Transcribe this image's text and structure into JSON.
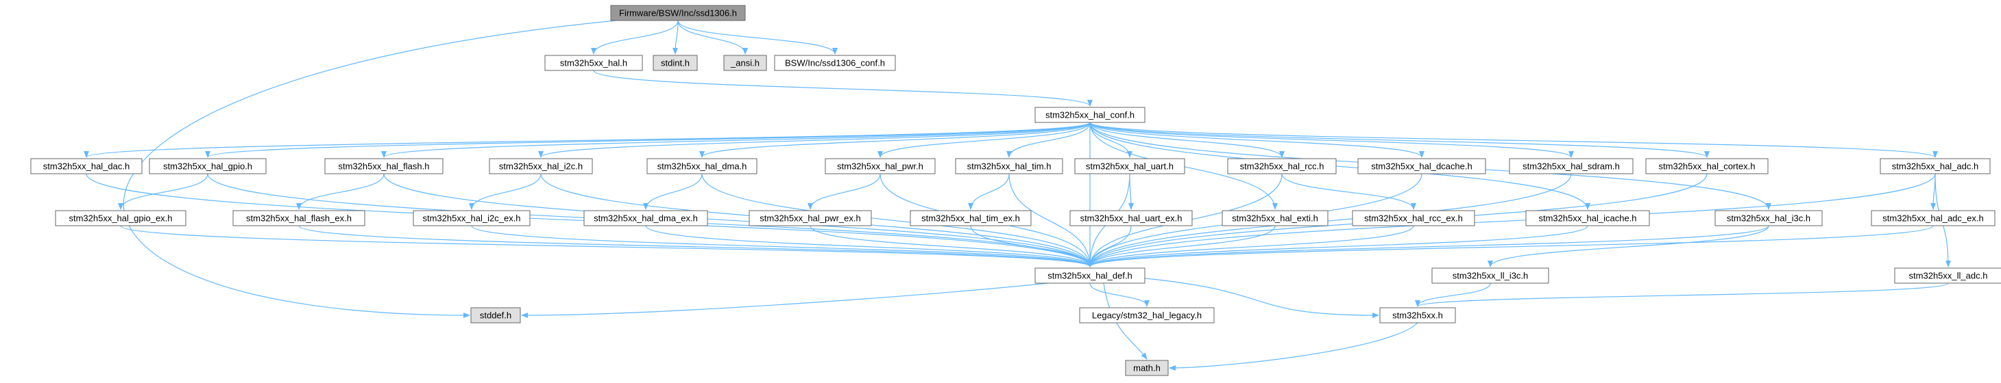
{
  "colors": {
    "edge": "#63b8ff",
    "node_fill": "#ffffff",
    "node_fill_root": "#999999",
    "node_fill_external": "#e0e0e0",
    "node_border": "#666666"
  },
  "graph": {
    "nodes": [
      {
        "id": "root",
        "label": "Firmware/BSW/Inc/ssd1306.h",
        "style": "root"
      },
      {
        "id": "hal",
        "label": "stm32h5xx_hal.h",
        "style": "file"
      },
      {
        "id": "stdint",
        "label": "stdint.h",
        "style": "external"
      },
      {
        "id": "ansi",
        "label": "_ansi.h",
        "style": "external"
      },
      {
        "id": "conf",
        "label": "BSW/Inc/ssd1306_conf.h",
        "style": "file"
      },
      {
        "id": "cont",
        "label": "stm32h5xx_hal_conf.h",
        "style": "file"
      },
      {
        "id": "dac",
        "label": "stm32h5xx_hal_dac.h",
        "style": "file"
      },
      {
        "id": "gpio",
        "label": "stm32h5xx_hal_gpio.h",
        "style": "file"
      },
      {
        "id": "flash",
        "label": "stm32h5xx_hal_flash.h",
        "style": "file"
      },
      {
        "id": "i2c",
        "label": "stm32h5xx_hal_i2c.h",
        "style": "file"
      },
      {
        "id": "dma",
        "label": "stm32h5xx_hal_dma.h",
        "style": "file"
      },
      {
        "id": "pwr",
        "label": "stm32h5xx_hal_pwr.h",
        "style": "file"
      },
      {
        "id": "tim",
        "label": "stm32h5xx_hal_tim.h",
        "style": "file"
      },
      {
        "id": "uart",
        "label": "stm32h5xx_hal_uart.h",
        "style": "file"
      },
      {
        "id": "rcc",
        "label": "stm32h5xx_hal_rcc.h",
        "style": "file"
      },
      {
        "id": "dcache",
        "label": "stm32h5xx_hal_dcache.h",
        "style": "file"
      },
      {
        "id": "sdram",
        "label": "stm32h5xx_hal_sdram.h",
        "style": "file"
      },
      {
        "id": "cortex",
        "label": "stm32h5xx_hal_cortex.h",
        "style": "file"
      },
      {
        "id": "adc",
        "label": "stm32h5xx_hal_adc.h",
        "style": "file"
      },
      {
        "id": "gpio_ex",
        "label": "stm32h5xx_hal_gpio_ex.h",
        "style": "file"
      },
      {
        "id": "flash_ex",
        "label": "stm32h5xx_hal_flash_ex.h",
        "style": "file"
      },
      {
        "id": "i2c_ex",
        "label": "stm32h5xx_hal_i2c_ex.h",
        "style": "file"
      },
      {
        "id": "dma_ex",
        "label": "stm32h5xx_hal_dma_ex.h",
        "style": "file"
      },
      {
        "id": "pwr_ex",
        "label": "stm32h5xx_hal_pwr_ex.h",
        "style": "file"
      },
      {
        "id": "tim_ex",
        "label": "stm32h5xx_hal_tim_ex.h",
        "style": "file"
      },
      {
        "id": "uart_ex",
        "label": "stm32h5xx_hal_uart_ex.h",
        "style": "file"
      },
      {
        "id": "exti",
        "label": "stm32h5xx_hal_exti.h",
        "style": "file"
      },
      {
        "id": "rcc_ex",
        "label": "stm32h5xx_hal_rcc_ex.h",
        "style": "file"
      },
      {
        "id": "icache",
        "label": "stm32h5xx_hal_icache.h",
        "style": "file"
      },
      {
        "id": "i3c",
        "label": "stm32h5xx_hal_i3c.h",
        "style": "file"
      },
      {
        "id": "adc_ex",
        "label": "stm32h5xx_hal_adc_ex.h",
        "style": "file"
      },
      {
        "id": "def",
        "label": "stm32h5xx_hal_def.h",
        "style": "file"
      },
      {
        "id": "ll_i3c",
        "label": "stm32h5xx_ll_i3c.h",
        "style": "file"
      },
      {
        "id": "ll_adc",
        "label": "stm32h5xx_ll_adc.h",
        "style": "file"
      },
      {
        "id": "stddef",
        "label": "stddef.h",
        "style": "external"
      },
      {
        "id": "legacy",
        "label": "Legacy/stm32_hal_legacy.h",
        "style": "file"
      },
      {
        "id": "h5xx",
        "label": "stm32h5xx.h",
        "style": "file"
      },
      {
        "id": "math",
        "label": "math.h",
        "style": "external"
      }
    ],
    "edges": [
      [
        "root",
        "hal"
      ],
      [
        "root",
        "stdint"
      ],
      [
        "root",
        "ansi"
      ],
      [
        "root",
        "conf"
      ],
      [
        "root",
        "stddef"
      ],
      [
        "hal",
        "cont"
      ],
      [
        "cont",
        "dac"
      ],
      [
        "cont",
        "gpio"
      ],
      [
        "cont",
        "flash"
      ],
      [
        "cont",
        "i2c"
      ],
      [
        "cont",
        "dma"
      ],
      [
        "cont",
        "pwr"
      ],
      [
        "cont",
        "tim"
      ],
      [
        "cont",
        "uart"
      ],
      [
        "cont",
        "rcc"
      ],
      [
        "cont",
        "dcache"
      ],
      [
        "cont",
        "sdram"
      ],
      [
        "cont",
        "cortex"
      ],
      [
        "cont",
        "adc"
      ],
      [
        "cont",
        "exti"
      ],
      [
        "cont",
        "icache"
      ],
      [
        "cont",
        "i3c"
      ],
      [
        "cont",
        "def"
      ],
      [
        "dac",
        "def"
      ],
      [
        "gpio",
        "gpio_ex"
      ],
      [
        "gpio",
        "def"
      ],
      [
        "gpio_ex",
        "def"
      ],
      [
        "flash",
        "flash_ex"
      ],
      [
        "flash",
        "def"
      ],
      [
        "flash_ex",
        "def"
      ],
      [
        "i2c",
        "i2c_ex"
      ],
      [
        "i2c",
        "def"
      ],
      [
        "i2c_ex",
        "def"
      ],
      [
        "dma",
        "dma_ex"
      ],
      [
        "dma",
        "def"
      ],
      [
        "dma_ex",
        "def"
      ],
      [
        "pwr",
        "pwr_ex"
      ],
      [
        "pwr",
        "def"
      ],
      [
        "pwr_ex",
        "def"
      ],
      [
        "tim",
        "tim_ex"
      ],
      [
        "tim",
        "def"
      ],
      [
        "tim_ex",
        "def"
      ],
      [
        "uart",
        "uart_ex"
      ],
      [
        "uart",
        "def"
      ],
      [
        "uart_ex",
        "def"
      ],
      [
        "rcc",
        "rcc_ex"
      ],
      [
        "rcc",
        "def"
      ],
      [
        "rcc_ex",
        "def"
      ],
      [
        "exti",
        "def"
      ],
      [
        "icache",
        "def"
      ],
      [
        "dcache",
        "def"
      ],
      [
        "sdram",
        "def"
      ],
      [
        "cortex",
        "def"
      ],
      [
        "i3c",
        "def"
      ],
      [
        "i3c",
        "ll_i3c"
      ],
      [
        "adc",
        "adc_ex"
      ],
      [
        "adc",
        "ll_adc"
      ],
      [
        "adc",
        "def"
      ],
      [
        "adc_ex",
        "def"
      ],
      [
        "def",
        "stddef"
      ],
      [
        "def",
        "legacy"
      ],
      [
        "def",
        "h5xx"
      ],
      [
        "def",
        "math"
      ],
      [
        "ll_i3c",
        "h5xx"
      ],
      [
        "ll_adc",
        "h5xx"
      ],
      [
        "h5xx",
        "math"
      ]
    ]
  }
}
